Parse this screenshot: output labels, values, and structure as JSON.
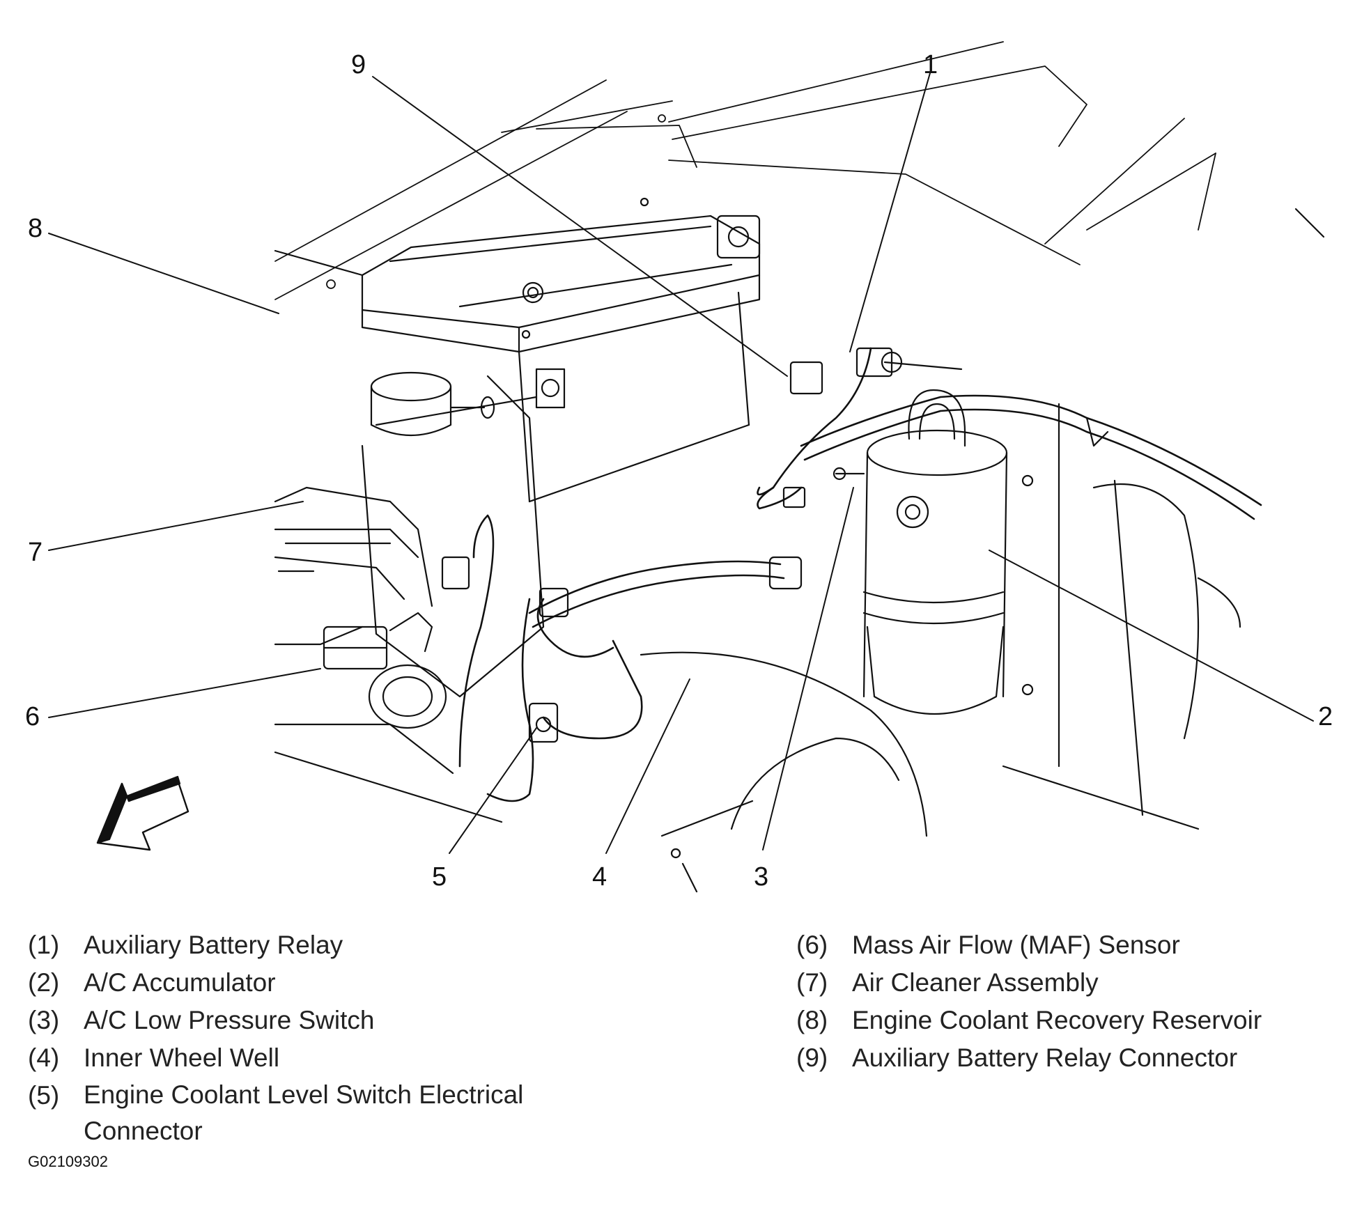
{
  "callouts": {
    "c1": "1",
    "c2": "2",
    "c3": "3",
    "c4": "4",
    "c5": "5",
    "c6": "6",
    "c7": "7",
    "c8": "8",
    "c9": "9"
  },
  "legend": {
    "left": [
      {
        "num": "(1)",
        "text": "Auxiliary Battery Relay"
      },
      {
        "num": "(2)",
        "text": "A/C Accumulator"
      },
      {
        "num": "(3)",
        "text": "A/C Low Pressure Switch"
      },
      {
        "num": "(4)",
        "text": "Inner Wheel Well"
      },
      {
        "num": "(5)",
        "text": "Engine Coolant Level Switch Electrical Connector"
      }
    ],
    "right": [
      {
        "num": "(6)",
        "text": "Mass Air Flow (MAF) Sensor"
      },
      {
        "num": "(7)",
        "text": "Air Cleaner Assembly"
      },
      {
        "num": "(8)",
        "text": "Engine Coolant Recovery Reservoir"
      },
      {
        "num": "(9)",
        "text": "Auxiliary Battery Relay Connector"
      }
    ]
  },
  "figure_code": "G02109302"
}
